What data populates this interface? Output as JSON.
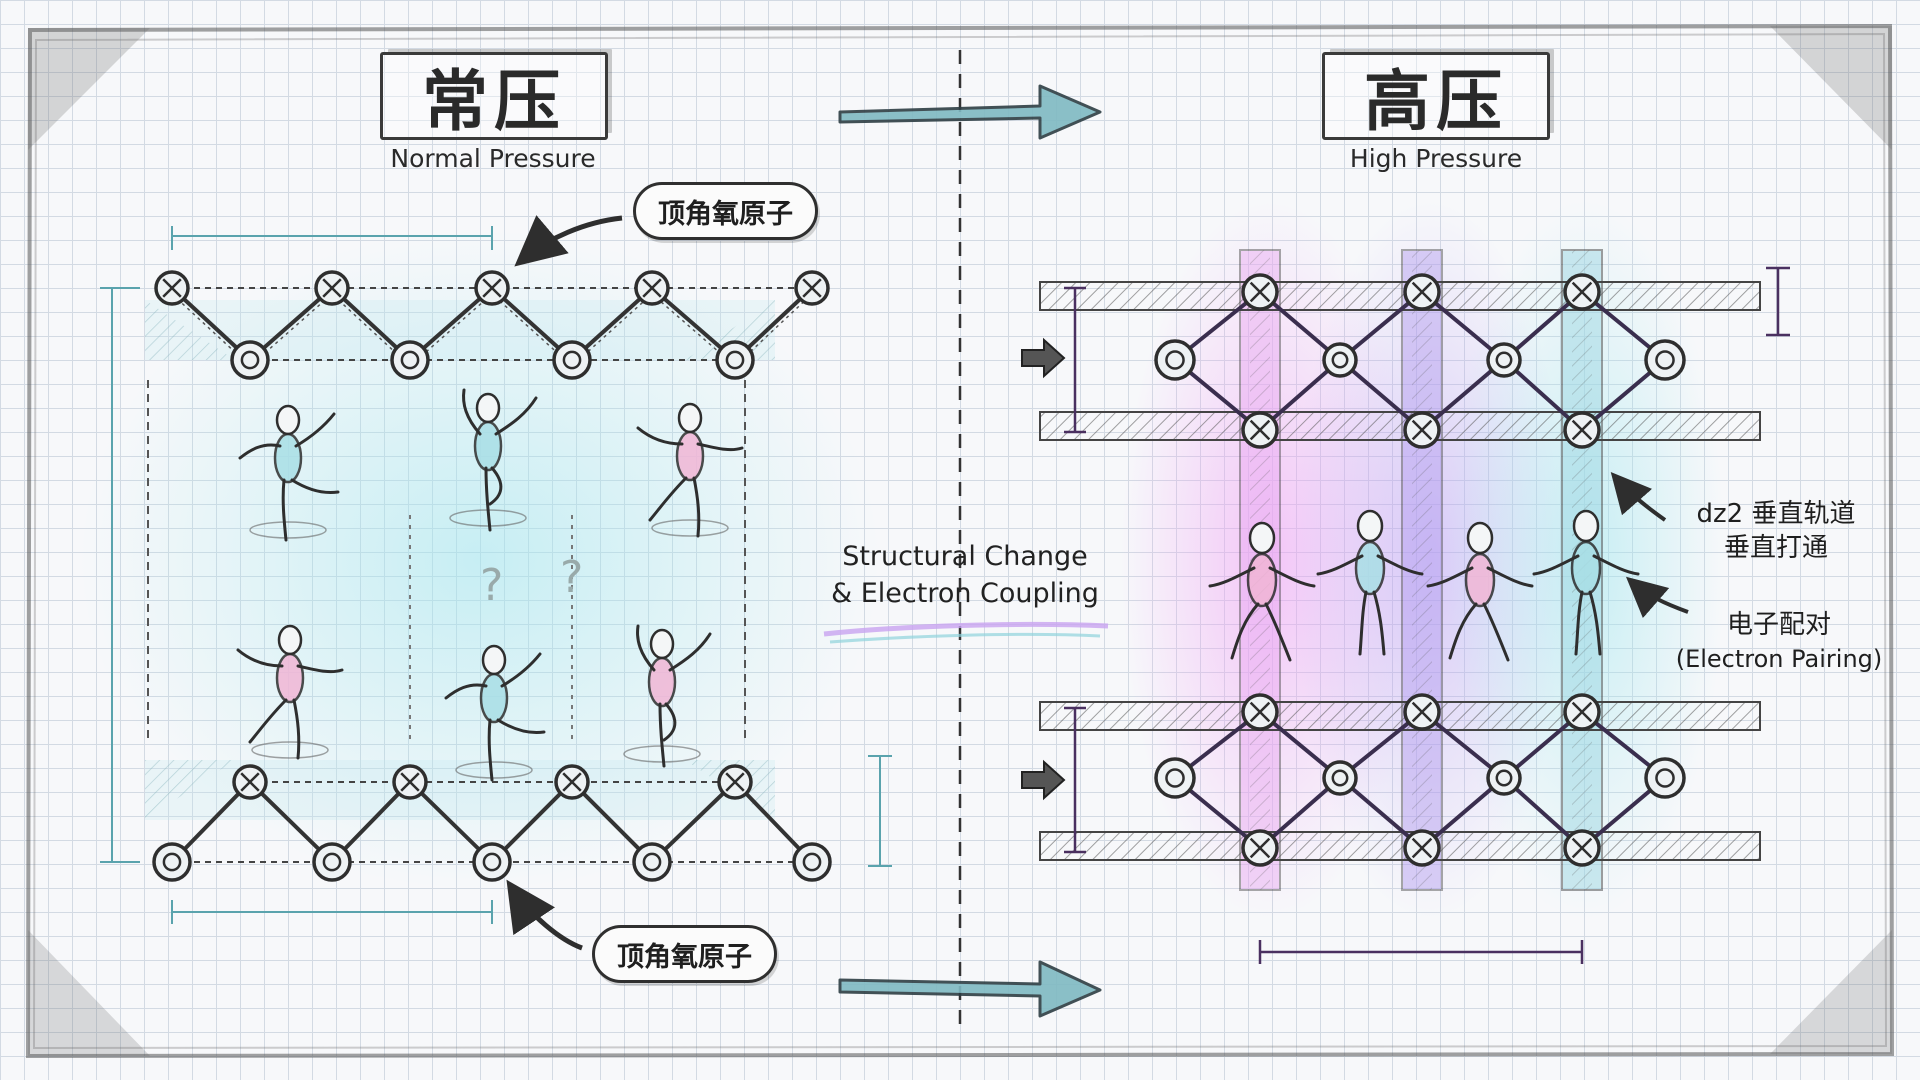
{
  "left": {
    "title": "常压",
    "subtitle": "Normal Pressure",
    "label_top": "顶角氧原子",
    "label_bottom": "顶角氧原子"
  },
  "right": {
    "title": "高压",
    "subtitle": "High Pressure"
  },
  "center": {
    "line1": "Structural Change",
    "line2": "& Electron Coupling"
  },
  "notes": {
    "orbital_line1": "dz2 垂直轨道",
    "orbital_line2": "垂直打通",
    "pairing_line1": "电子配对",
    "pairing_line2": "(Electron Pairing)"
  },
  "colors": {
    "cyan": "#7fd3dc",
    "magenta": "#e98bf0",
    "violet": "#a98df0",
    "ink": "#2e2e2e"
  }
}
